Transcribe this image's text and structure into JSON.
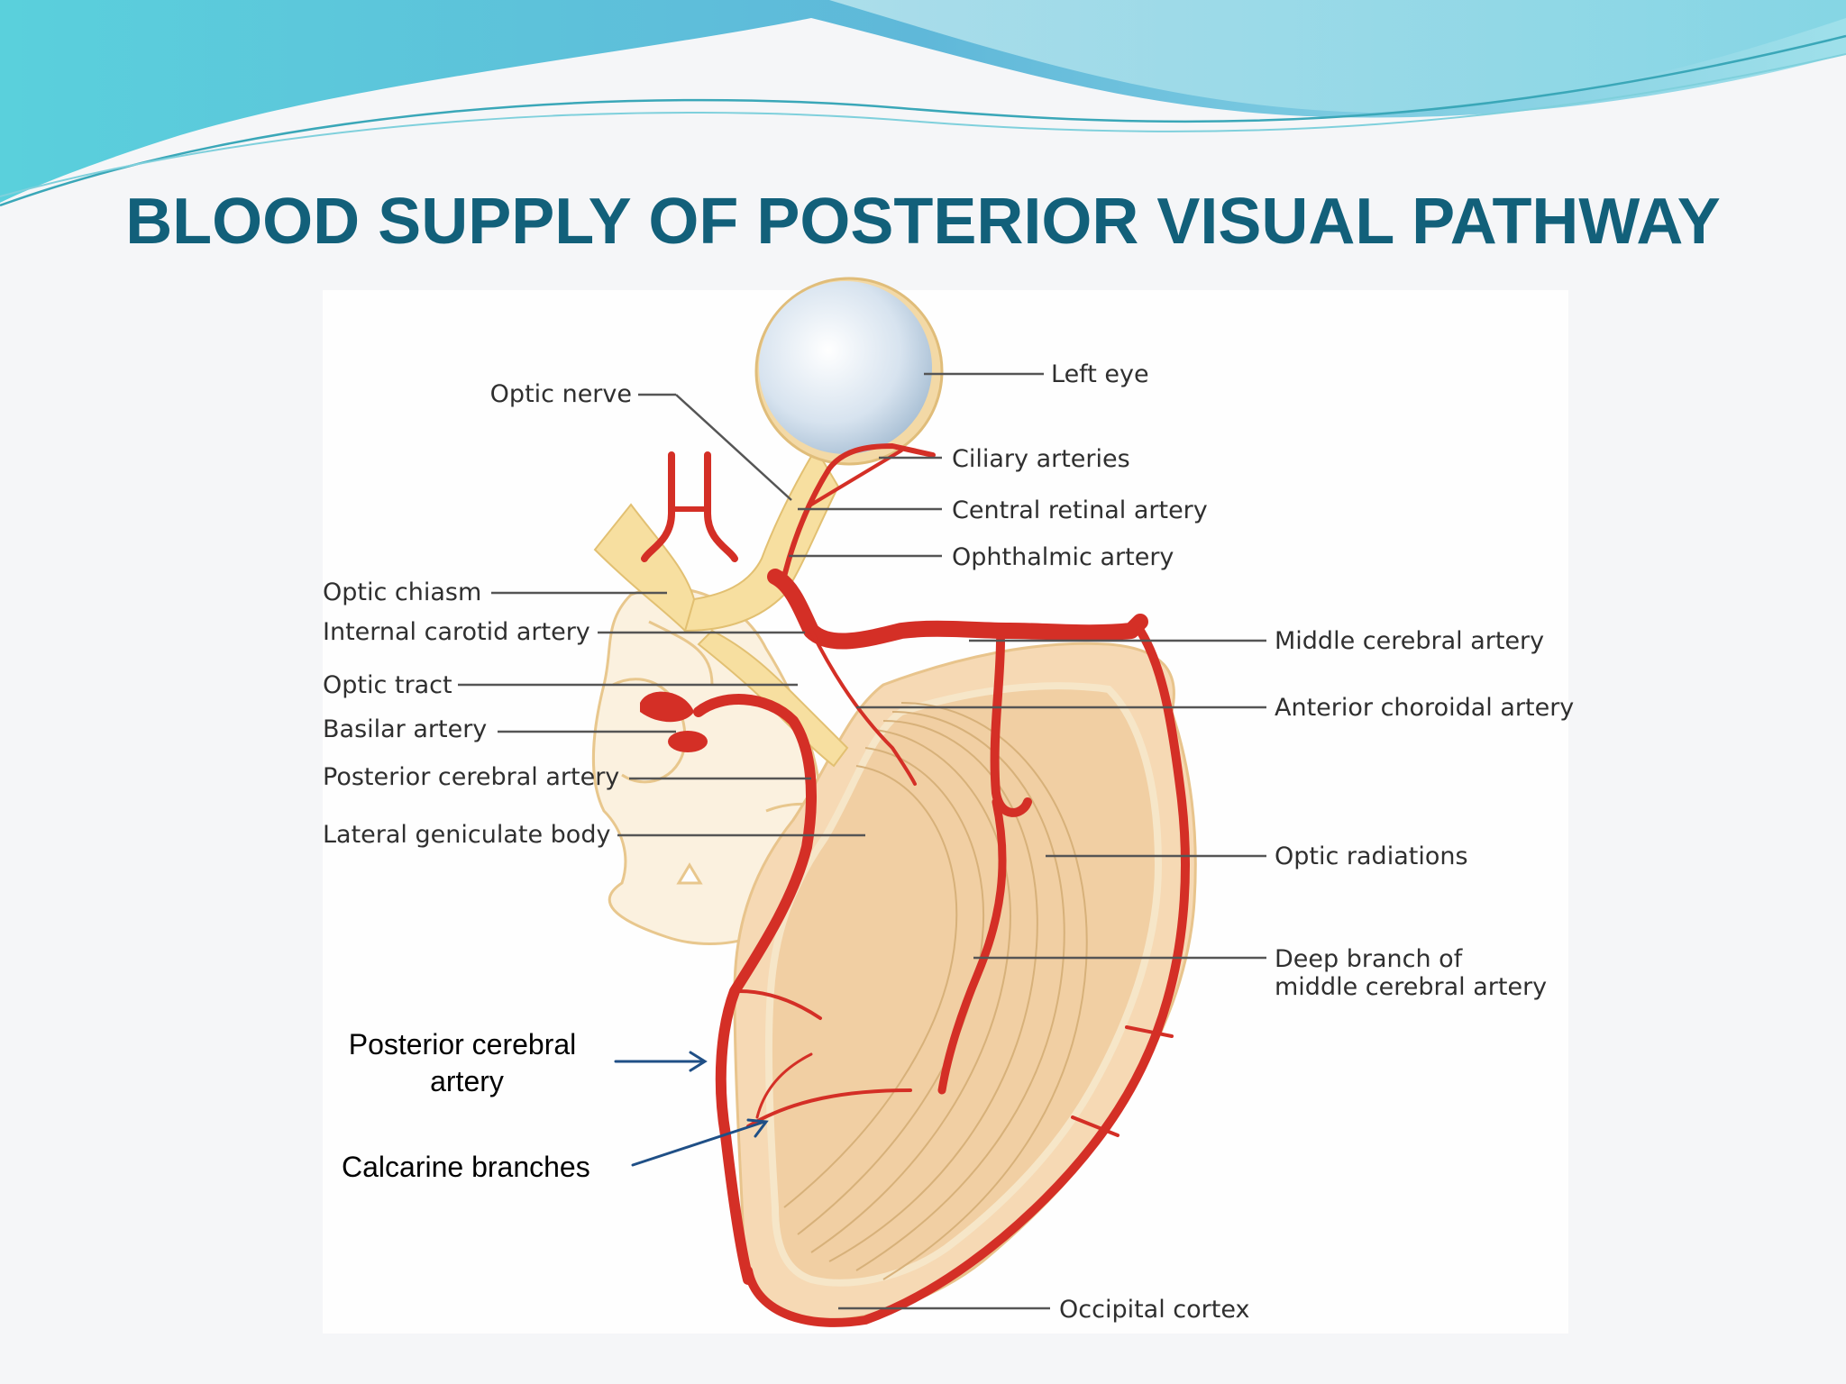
{
  "slide": {
    "title": "BLOOD SUPPLY OF POSTERIOR VISUAL PATHWAY"
  },
  "diagram": {
    "labels": {
      "left_eye": "Left eye",
      "optic_nerve": "Optic nerve",
      "ciliary_arteries": "Ciliary arteries",
      "central_retinal_artery": "Central retinal artery",
      "ophthalmic_artery": "Ophthalmic artery",
      "optic_chiasm": "Optic chiasm",
      "internal_carotid_artery": "Internal carotid artery",
      "middle_cerebral_artery": "Middle cerebral artery",
      "optic_tract": "Optic tract",
      "anterior_choroidal_artery": "Anterior choroidal artery",
      "basilar_artery": "Basilar artery",
      "posterior_cerebral_artery": "Posterior cerebral artery",
      "lateral_geniculate_body": "Lateral geniculate body",
      "optic_radiations": "Optic radiations",
      "deep_branch_line1": "Deep branch of",
      "deep_branch_line2": "middle cerebral artery",
      "occipital_cortex": "Occipital cortex"
    },
    "annotations": {
      "posterior_cerebral_line1": "Posterior cerebral",
      "posterior_cerebral_line2": "artery",
      "calcarine_branches": "Calcarine branches"
    }
  },
  "colors": {
    "title": "#12607a",
    "artery": "#d42f26",
    "brain_fill": "#f6d9b4",
    "optic_yellow": "#f7dfa0",
    "header_wave": "#5cc4d8",
    "arrow": "#1f4f86"
  }
}
